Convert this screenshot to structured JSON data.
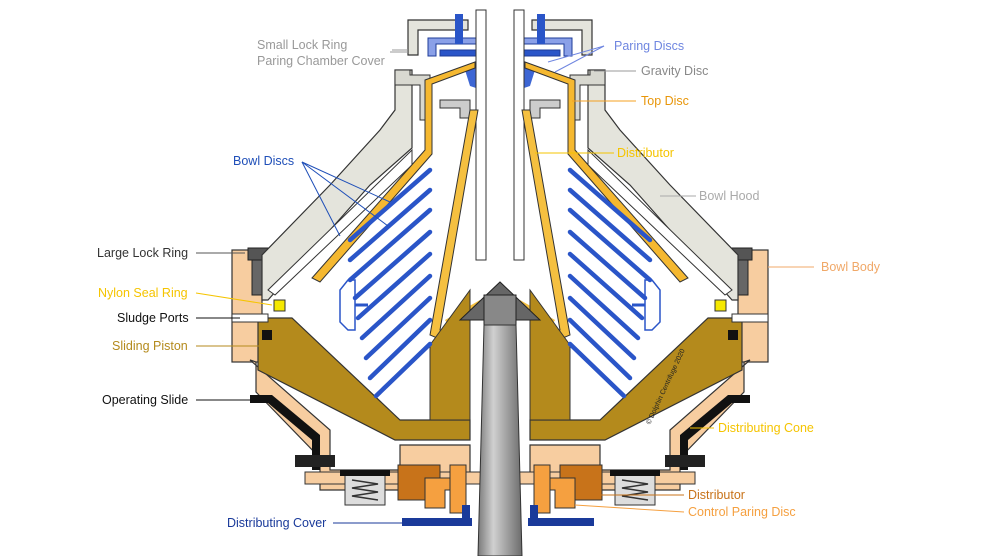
{
  "labels": {
    "small_lock_ring": "Small Lock Ring",
    "paring_chamber_cover": "Paring Chamber Cover",
    "bowl_discs": "Bowl Discs",
    "large_lock_ring": "Large Lock Ring",
    "nylon_seal_ring": "Nylon Seal Ring",
    "sludge_ports": "Sludge Ports",
    "sliding_piston": "Sliding Piston",
    "operating_slide": "Operating Slide",
    "distributing_cover": "Distributing Cover",
    "paring_discs": "Paring Discs",
    "gravity_disc": "Gravity Disc",
    "top_disc": "Top Disc",
    "distributor_top": "Distributor",
    "bowl_hood": "Bowl Hood",
    "bowl_body": "Bowl Body",
    "distributing_cone": "Distributing Cone",
    "distributor_bottom": "Distributor",
    "control_paring_disc": "Control Paring Disc"
  },
  "copyright": "© Dolphin Centrifuge 2020",
  "colors": {
    "gray_label": "#999999",
    "blue_label": "#1f4fb8",
    "light_blue_label": "#6f86e0",
    "orange_label": "#e8960a",
    "yellow_label": "#f5c400",
    "peach_label": "#f0a868",
    "black_label": "#111111",
    "bowl_body": "#f7cda0",
    "piston": "#b48a1c",
    "distributor": "#f5c040",
    "disc": "#2a55c8",
    "hood": "#e4e4dc",
    "spindle": "#a6a6a6"
  }
}
